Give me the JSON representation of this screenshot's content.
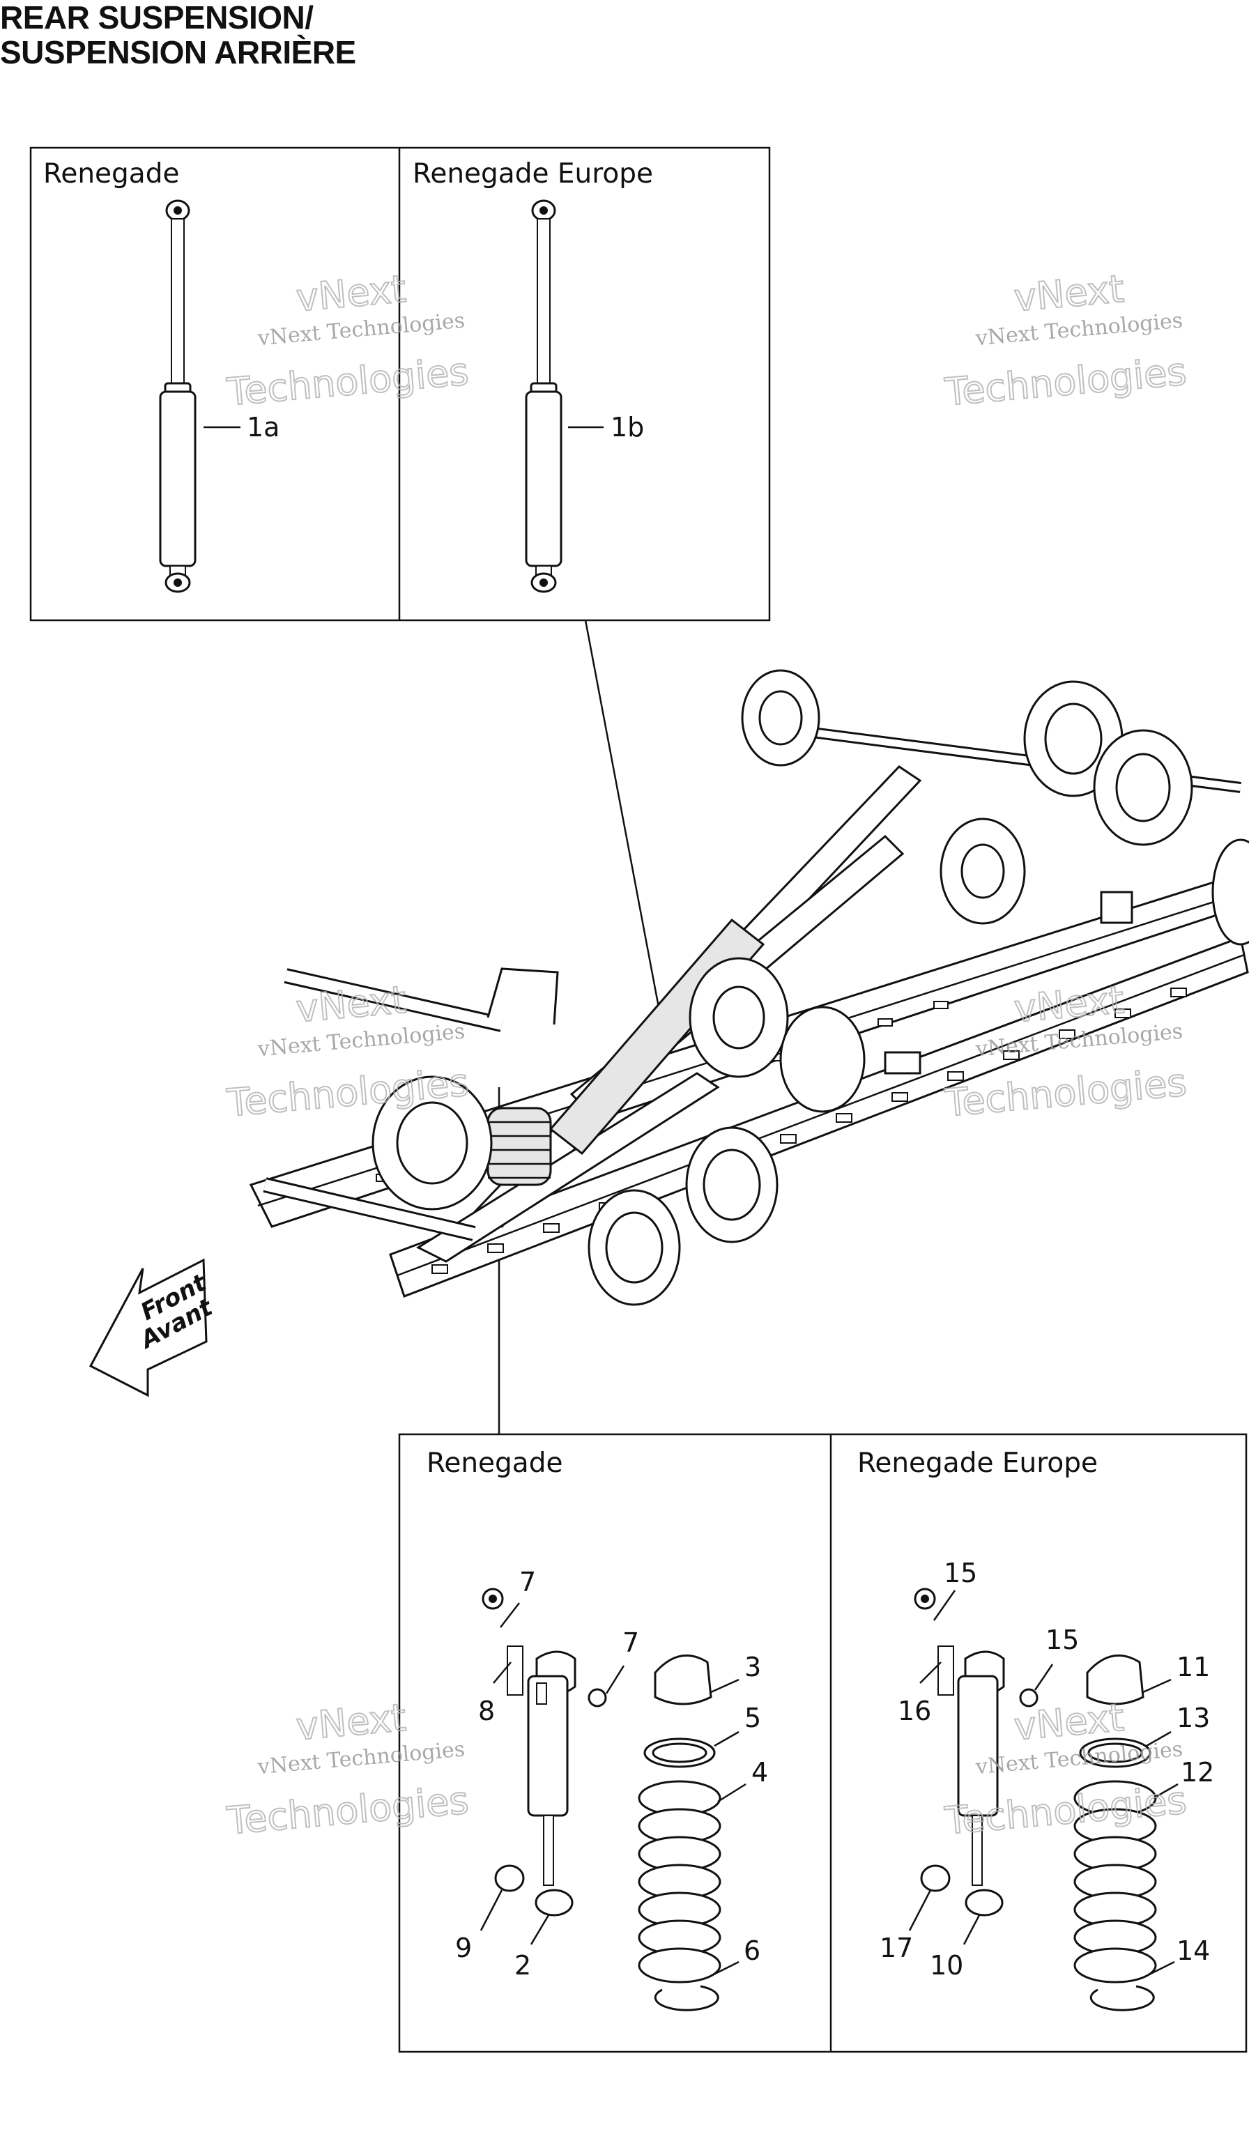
{
  "title": {
    "line1": "REAR SUSPENSION/",
    "line2": "SUSPENSION ARRIÈRE"
  },
  "top_panels": [
    {
      "label": "Renegade",
      "callout": "1a"
    },
    {
      "label": "Renegade Europe",
      "callout": "1b"
    }
  ],
  "bottom_panels": [
    {
      "label": "Renegade"
    },
    {
      "label": "Renegade Europe"
    }
  ],
  "callouts_left": [
    "7",
    "7",
    "8",
    "3",
    "5",
    "4",
    "9",
    "2",
    "6"
  ],
  "callouts_right": [
    "15",
    "15",
    "16",
    "11",
    "13",
    "12",
    "17",
    "10",
    "14"
  ],
  "direction_arrow": {
    "line1": "Front",
    "line2": "Avant"
  },
  "watermark": {
    "small": "vNext Technologies",
    "big": "Technologies",
    "top": "vNext"
  }
}
